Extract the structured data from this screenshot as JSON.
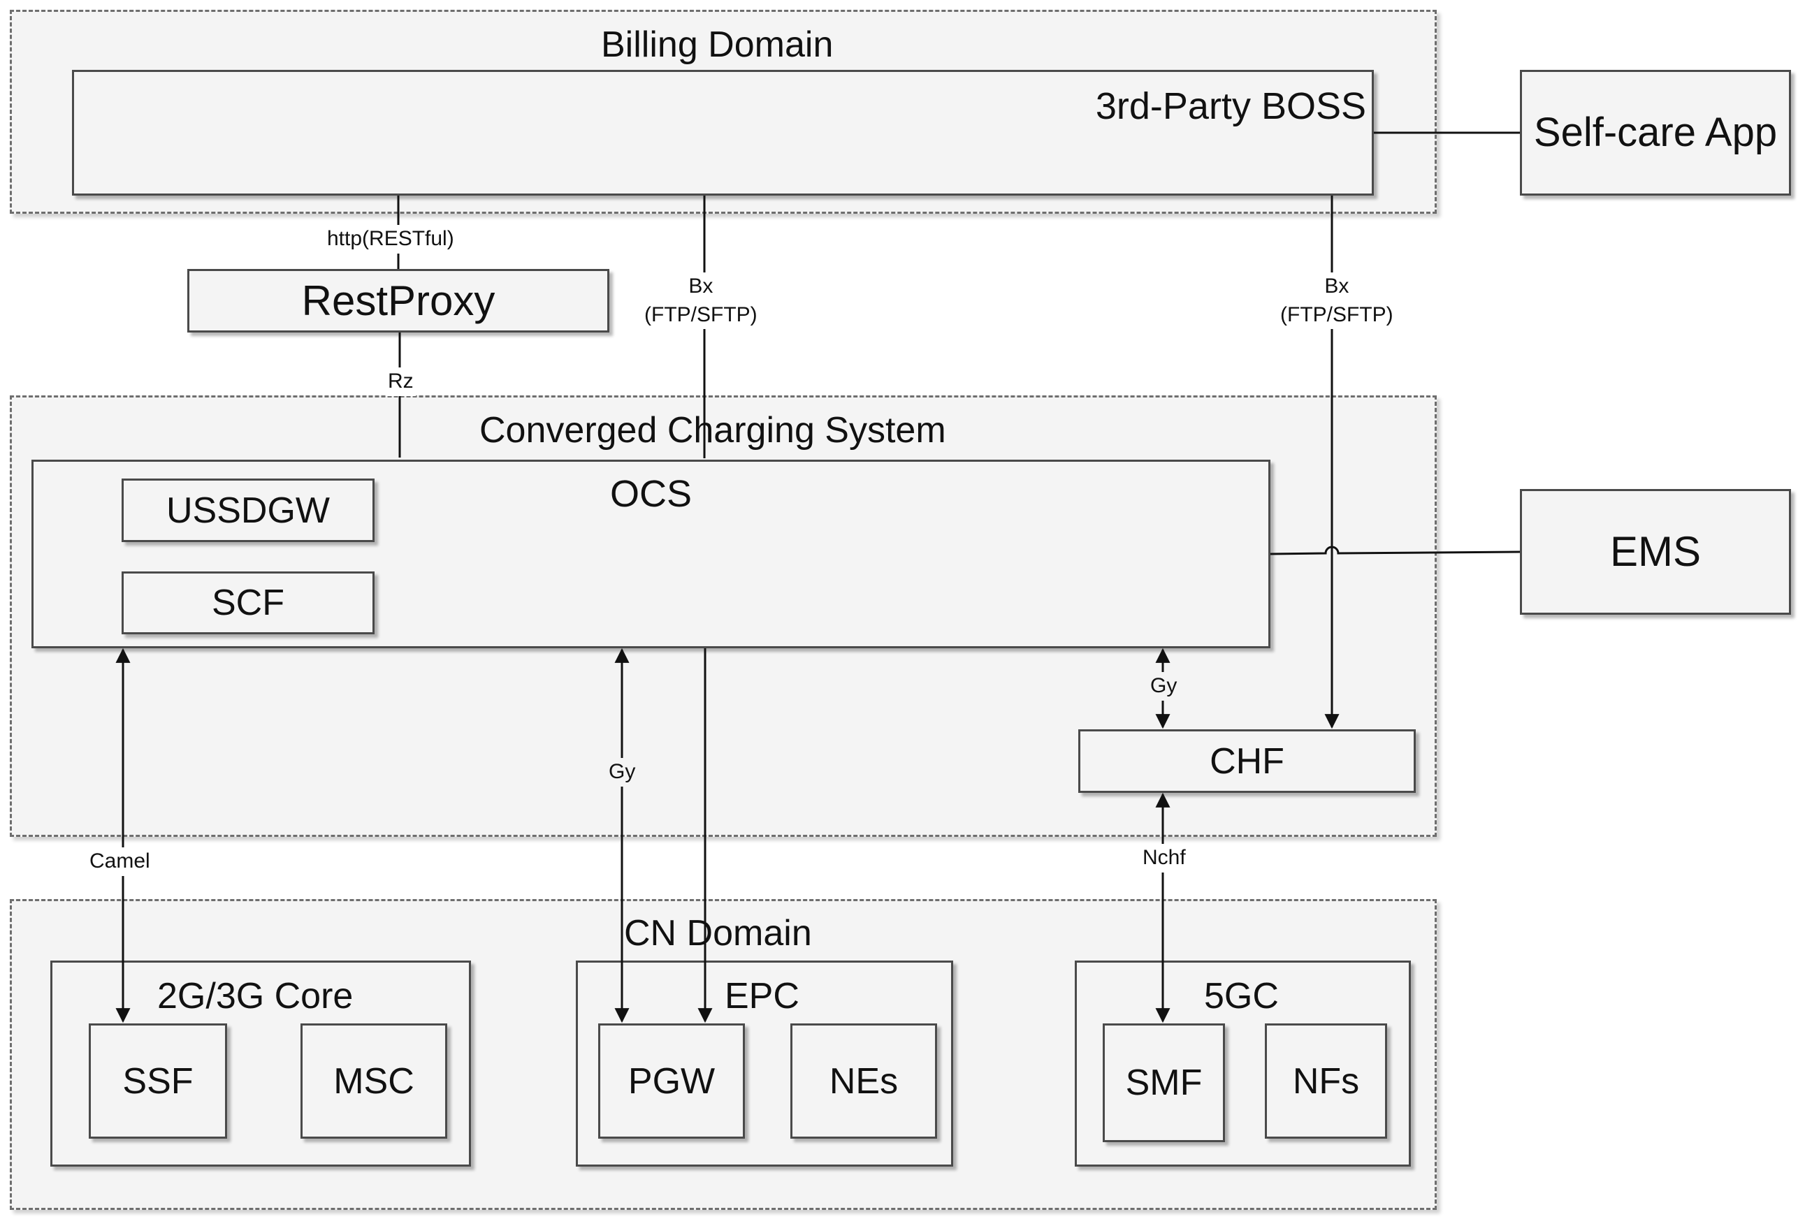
{
  "domains": {
    "billing": "Billing Domain",
    "ccs": "Converged Charging System",
    "cn": "CN Domain"
  },
  "nodes": {
    "boss": "3rd-Party BOSS",
    "selfcare": "Self-care App",
    "restproxy": "RestProxy",
    "ems": "EMS",
    "ocs": "OCS",
    "ussdgw": "USSDGW",
    "scf": "SCF",
    "chf": "CHF",
    "core2g3g": "2G/3G Core",
    "ssf": "SSF",
    "msc": "MSC",
    "epc": "EPC",
    "pgw": "PGW",
    "nes": "NEs",
    "core5g": "5GC",
    "smf": "SMF",
    "nfs": "NFs"
  },
  "links": {
    "http": "http(RESTful)",
    "rz": "Rz",
    "bx1": "Bx",
    "bx1_proto": "(FTP/SFTP)",
    "bx2": "Bx",
    "bx2_proto": "(FTP/SFTP)",
    "gy_chf": "Gy",
    "gy_pgw": "Gy",
    "camel": "Camel",
    "nchf": "Nchf"
  }
}
